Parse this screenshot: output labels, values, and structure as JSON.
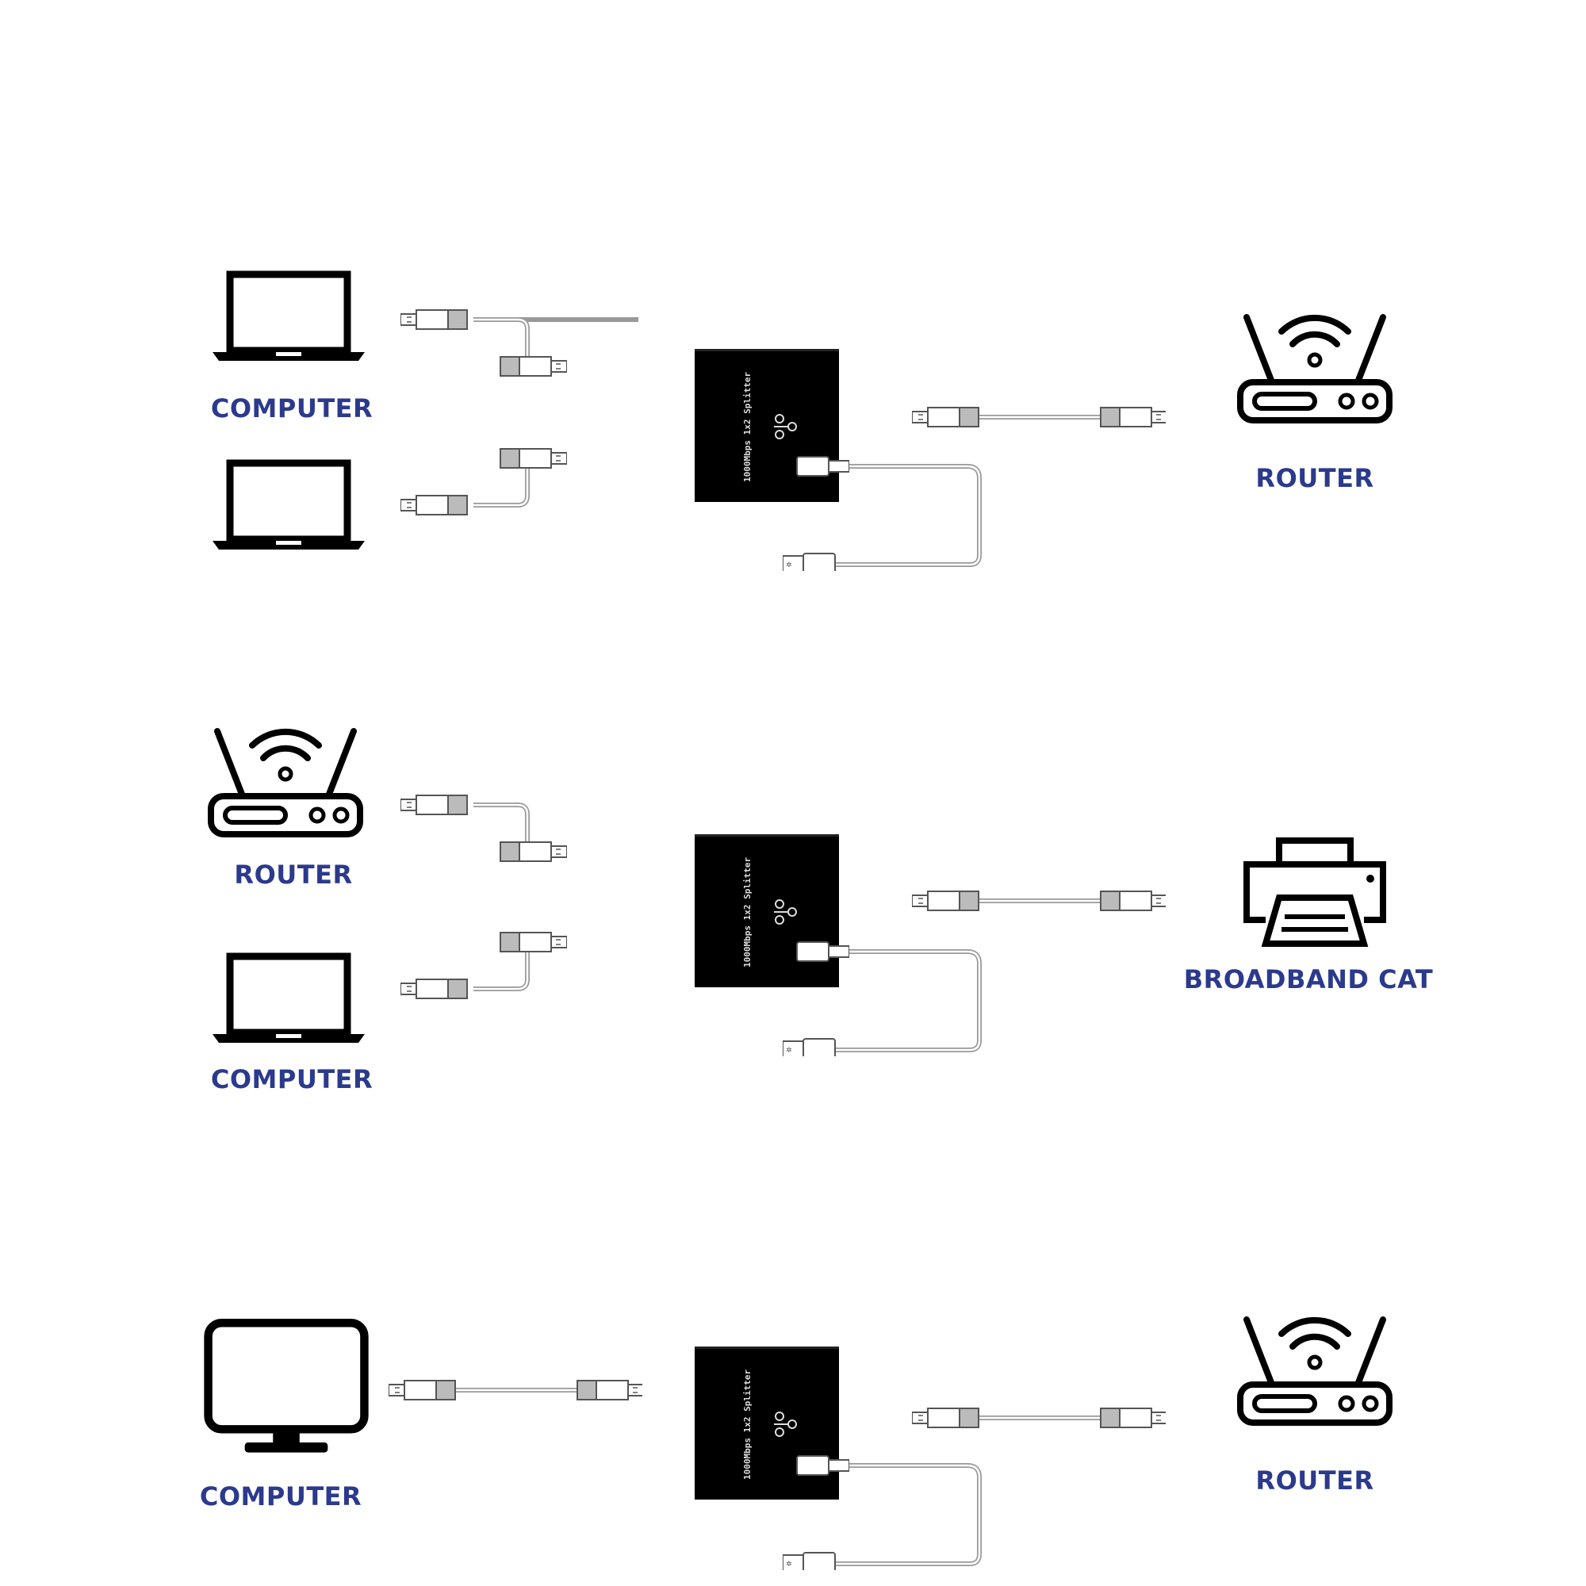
{
  "colors": {
    "label": "#2b3a8c",
    "device": "#000000",
    "cable": "#999999"
  },
  "rows": [
    {
      "left": [
        {
          "icon": "laptop-icon",
          "label": "COMPUTER"
        },
        {
          "icon": "laptop-icon",
          "label": ""
        }
      ],
      "device_text": "1000Mbps 1x2 Splitter",
      "right": {
        "icon": "router-icon",
        "label": "ROUTER"
      }
    },
    {
      "left": [
        {
          "icon": "router-icon",
          "label": "ROUTER"
        },
        {
          "icon": "laptop-icon",
          "label": "COMPUTER"
        }
      ],
      "device_text": "1000Mbps 1x2 Splitter",
      "right": {
        "icon": "printer-icon",
        "label": "BROADBAND CAT"
      }
    },
    {
      "left": [
        {
          "icon": "monitor-icon",
          "label": "COMPUTER"
        }
      ],
      "device_text": "1000Mbps 1x2 Splitter",
      "right": {
        "icon": "router-icon",
        "label": "ROUTER"
      }
    }
  ]
}
